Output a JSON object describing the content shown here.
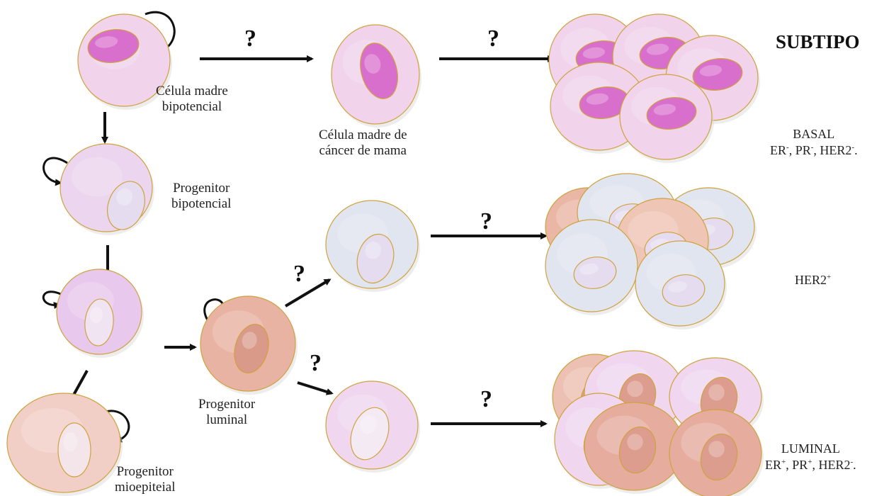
{
  "header": {
    "subtype_title": "SUBTIPO"
  },
  "question_mark": "?",
  "cells": {
    "bipotent_stem": "Célula madre\nbipotencial",
    "breast_cancer_stem": "Célula madre de\ncáncer de mama",
    "bipotent_progenitor": "Progenitor\nbipotencial",
    "luminal_progenitor": "Progenitor\nluminal",
    "myoepithelial_progenitor": "Progenitor\nmioepiteial"
  },
  "subtypes": {
    "basal": {
      "name": "BASAL",
      "markers": [
        {
          "t": "ER",
          "s": "-"
        },
        {
          "t": "PR",
          "s": "-"
        },
        {
          "t": "HER2",
          "s": "-"
        }
      ],
      "tail": "."
    },
    "her2": {
      "name": "HER2",
      "sup": "+"
    },
    "luminal": {
      "name": "LUMINAL",
      "markers": [
        {
          "t": "ER",
          "s": "+"
        },
        {
          "t": "PR",
          "s": "+"
        },
        {
          "t": "HER2",
          "s": "-"
        }
      ],
      "tail": "."
    }
  },
  "colors": {
    "pink_cell": "#f1d3ec",
    "pink_nucleus": "#d96fcc",
    "lilac_cell": "#ecd5ee",
    "salmon_cell": "#e9b3a4",
    "peach_cell": "#f1cfc6",
    "blue_cell": "#e1e5f0",
    "pale_nucleus": "#e6dcef",
    "outline": "#cfa23c"
  }
}
